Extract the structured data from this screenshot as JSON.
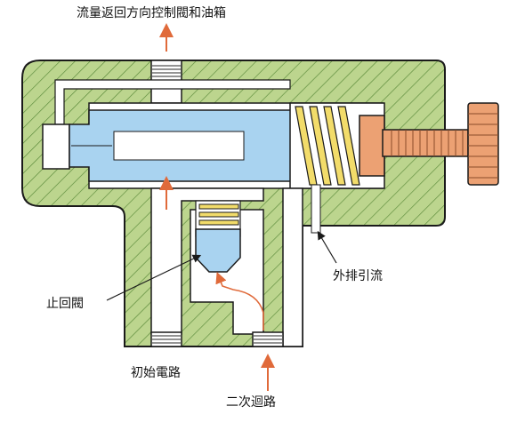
{
  "labels": {
    "flow_return": "流量返回方向控制閥和油箱",
    "check_valve": "止回閥",
    "external_drain": "外排引流",
    "primary_circuit": "初始電路",
    "secondary_circuit": "二次迴路"
  },
  "colors": {
    "body_fill": "#bcd58e",
    "hatch": "#5a8a3a",
    "oil": "#a9d3f0",
    "spring": "#f2dc6a",
    "adjuster": "#eca173",
    "flow_arrow": "#e06a3a",
    "outline": "#1a1a1a"
  }
}
